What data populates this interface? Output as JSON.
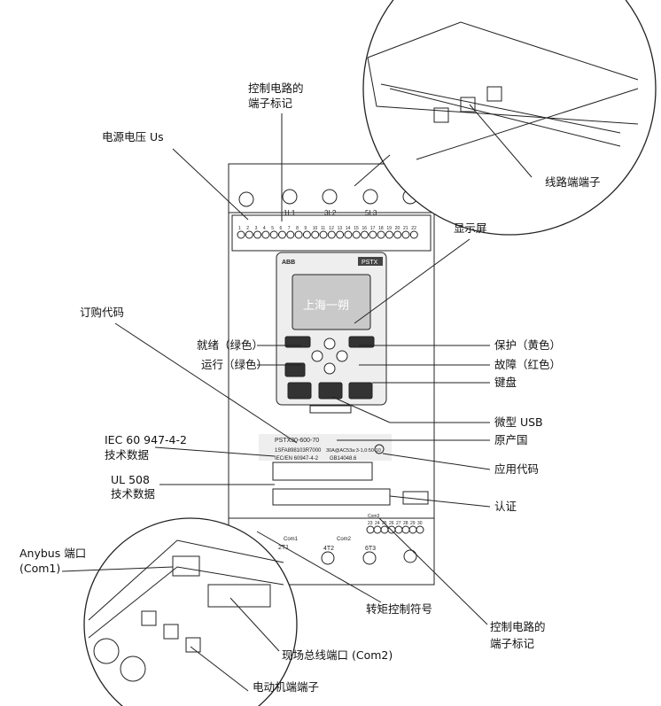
{
  "labels": {
    "control_terminal_top_1": "控制电路的",
    "control_terminal_top_2": "端子标记",
    "supply_voltage": "电源电压 Us",
    "line_terminals": "线路端端子",
    "display": "显示屏",
    "order_code": "订购代码",
    "ready": "就绪（绿色）",
    "run": "运行（绿色）",
    "protection": "保护（黄色）",
    "fault": "故障（红色）",
    "keypad": "键盘",
    "micro_usb": "微型 USB",
    "origin": "原产国",
    "iec_1": "IEC 60 947-4-2",
    "iec_2": "技术数据",
    "app_code": "应用代码",
    "ul_1": "UL 508",
    "ul_2": "技术数据",
    "certification": "认证",
    "anybus_1": "Anybus 端口",
    "anybus_2": "(Com1)",
    "torque_symbol": "转矩控制符号",
    "control_terminal_bottom_1": "控制电路的",
    "control_terminal_bottom_2": "端子标记",
    "fieldbus": "现场总线端口 (Com2)",
    "motor_terminals": "电动机端端子"
  },
  "device": {
    "brand": "ABB",
    "model_badge": "PSTX",
    "screen_text": "上海一朔",
    "line_terms": [
      "1L1",
      "3L2",
      "5L3"
    ],
    "motor_terms": [
      "2T1",
      "4T2",
      "6T3"
    ],
    "com1": "Com1",
    "com2": "Com2",
    "com3": "Com3",
    "terminal_numbers_top": [
      "1",
      "2",
      "3",
      "4",
      "5",
      "6",
      "7",
      "8",
      "9",
      "10",
      "11",
      "12",
      "13",
      "14",
      "15",
      "16",
      "17",
      "18",
      "19",
      "20",
      "21",
      "22"
    ],
    "terminal_numbers_bottom": [
      "23",
      "24",
      "25",
      "26",
      "27",
      "28",
      "29",
      "30"
    ],
    "plate_model": "PSTX30-600-70",
    "plate_code": "1SFA898103R7000",
    "plate_std": "IEC/EN 60947-4-2",
    "plate_rating": "30A@AC53a:3-1,0:50-10",
    "plate_gb": "GB14048.6"
  }
}
